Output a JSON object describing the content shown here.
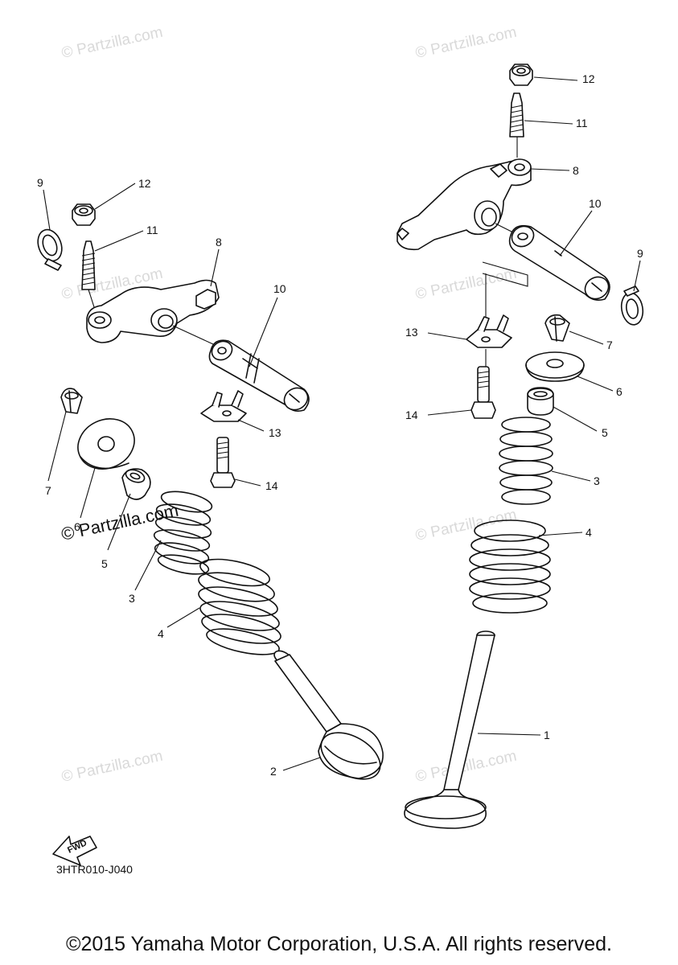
{
  "watermarks": [
    "© Partzilla.com",
    "© Partzilla.com",
    "© Partzilla.com",
    "© Partzilla.com",
    "© Partzilla.com",
    "© Partzilla.com",
    "© Partzilla.com",
    "© Partzilla.com"
  ],
  "callouts": {
    "left": [
      "9",
      "12",
      "11",
      "8",
      "10",
      "13",
      "14",
      "7",
      "6",
      "5",
      "3",
      "4",
      "2"
    ],
    "right": [
      "12",
      "11",
      "8",
      "10",
      "9",
      "13",
      "7",
      "6",
      "14",
      "5",
      "3",
      "4",
      "1"
    ]
  },
  "fwd_label": "FWD",
  "diagram_code": "3HTR010-J040",
  "copyright": "©2015 Yamaha Motor Corporation, U.S.A. All rights reserved."
}
